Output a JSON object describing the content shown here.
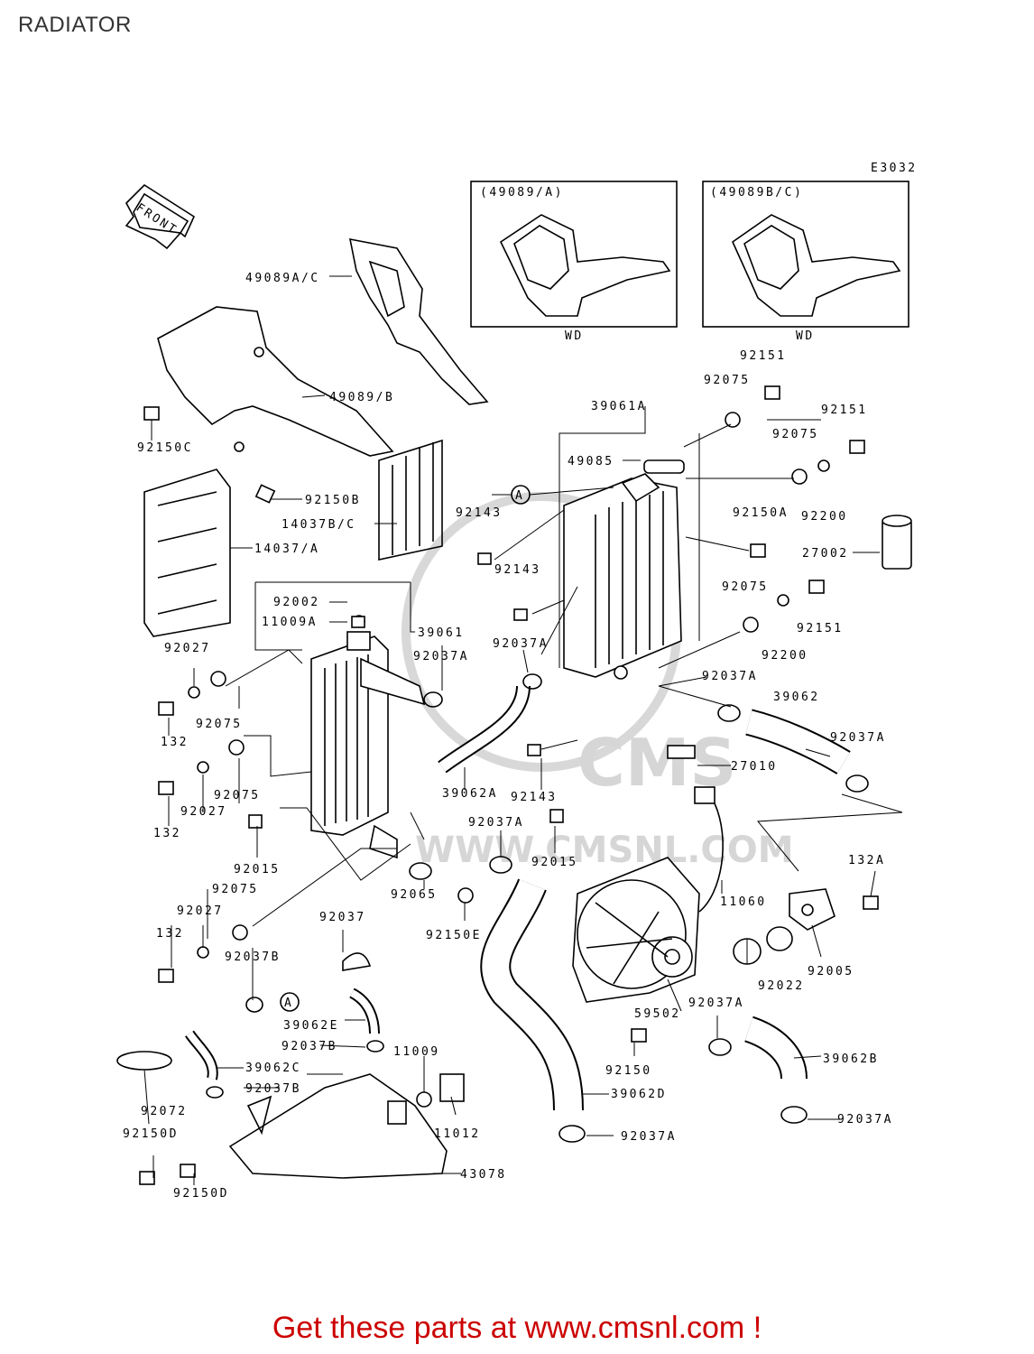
{
  "page": {
    "title": "RADIATOR",
    "promo": "Get these parts at www.cmsnl.com !"
  },
  "diagram": {
    "ref_code": "E3032",
    "front_label": "FRONT",
    "watermark": "WWW.CMSNL.COM",
    "watermark_logo": "CMS",
    "inset_a": {
      "title": "(49089/A)",
      "caption": "WD"
    },
    "inset_b": {
      "title": "(49089B/C)",
      "caption": "WD"
    },
    "callout_marker": "A",
    "labels": {
      "l49089ac": "49089A/C",
      "l49089b": "49089/B",
      "l92150c": "92150C",
      "l92150b": "92150B",
      "l14037bc": "14037B/C",
      "l14037a": "14037/A",
      "l92002": "92002",
      "l11009a": "11009A",
      "l39061": "39061",
      "l92027a": "92027",
      "l132a": "132",
      "l92075a": "92075",
      "l92075b": "92075",
      "l92027b": "92027",
      "l132b": "132",
      "l92015a": "92015",
      "l92075c": "92075",
      "l92027c": "92027",
      "l132c": "132",
      "l92037b1": "92037B",
      "l92037a1": "92037A",
      "l92037a2": "92037A",
      "l39062a": "39062A",
      "l92143a": "92143",
      "l92143b": "92143",
      "l92143c": "92143",
      "l92037a3": "92037A",
      "l92015b": "92015",
      "l92065": "92065",
      "l92150e": "92150E",
      "l92037": "92037",
      "l39062e": "39062E",
      "l92037b2": "92037B",
      "l39062c": "39062C",
      "l92037b3": "92037B",
      "l92072": "92072",
      "l92150d1": "92150D",
      "l92150d2": "92150D",
      "l11009": "11009",
      "l11012": "11012",
      "l43078": "43078",
      "l39061a": "39061A",
      "l49085": "49085",
      "l92151a": "92151",
      "l92075d": "92075",
      "l92151b": "92151",
      "l92075e": "92075",
      "l92150a": "92150A",
      "l92200a": "92200",
      "l27002": "27002",
      "l92075f": "92075",
      "l92151c": "92151",
      "l92200b": "92200",
      "l92037a4": "92037A",
      "l39062": "39062",
      "l92037a5": "92037A",
      "l27010": "27010",
      "l11060": "11060",
      "l132d": "132A",
      "l92022": "92022",
      "l92005": "92005",
      "l59502": "59502",
      "l92037a6": "92037A",
      "l39062b": "39062B",
      "l92150": "92150",
      "l39062d": "39062D",
      "l92037a7": "92037A",
      "l92037a8": "92037A"
    }
  }
}
